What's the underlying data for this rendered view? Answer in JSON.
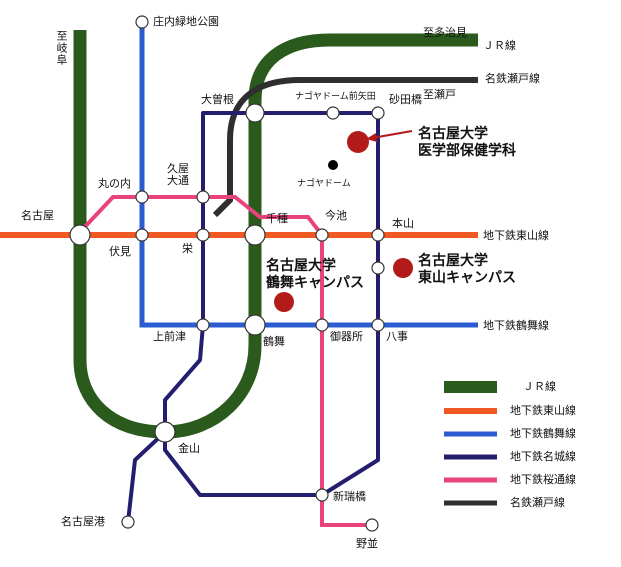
{
  "colors": {
    "jr": "#2b5a1d",
    "higashiyama": "#f05a22",
    "tsurumai": "#2a5bd0",
    "meijo": "#231f6e",
    "sakuradori": "#e8437d",
    "seto": "#2f2f2f",
    "campus_marker": "#b31b1b",
    "dome_marker": "#000000"
  },
  "stations": {
    "nagoya": "名古屋",
    "marunouchi": "丸の内",
    "fushimi": "伏見",
    "sakae": "栄",
    "hisaya_odori": "久屋\n大通",
    "ozone": "大曽根",
    "nagoya_dome_yada": "ナゴヤドーム前矢田",
    "sunadabashi": "砂田橋",
    "chikusa": "千種",
    "imaike": "今池",
    "motoyama": "本山",
    "kamimaezu": "上前津",
    "tsurumai": "鶴舞",
    "gokiso": "御器所",
    "yagoto": "八事",
    "kanayama": "金山",
    "nagoyako": "名古屋港",
    "aratamabashi": "新瑞橋",
    "nonami": "野並",
    "shonai_ryokuchi_koen": "庄内緑地公園",
    "nagoya_dome": "ナゴヤドーム"
  },
  "directions": {
    "to_gifu": "至岐阜",
    "to_tajimi": "至多治見",
    "jr_line": "ＪＲ線",
    "to_seto": "至瀬戸",
    "meitetsu_seto_line": "名鉄瀬戸線",
    "higashiyama_line": "地下鉄東山線",
    "tsurumai_line": "地下鉄鶴舞線"
  },
  "campuses": {
    "daiko": "名古屋大学\n医学部保健学科",
    "higashiyama": "名古屋大学\n東山キャンパス",
    "tsurumai": "名古屋大学\n鶴舞キャンパス"
  },
  "legend": [
    {
      "label": "ＪＲ線",
      "color": "#2b5a1d"
    },
    {
      "label": "地下鉄東山線",
      "color": "#f05a22"
    },
    {
      "label": "地下鉄鶴舞線",
      "color": "#2a5bd0"
    },
    {
      "label": "地下鉄名城線",
      "color": "#231f6e"
    },
    {
      "label": "地下鉄桜通線",
      "color": "#e8437d"
    },
    {
      "label": "名鉄瀬戸線",
      "color": "#2f2f2f"
    }
  ]
}
